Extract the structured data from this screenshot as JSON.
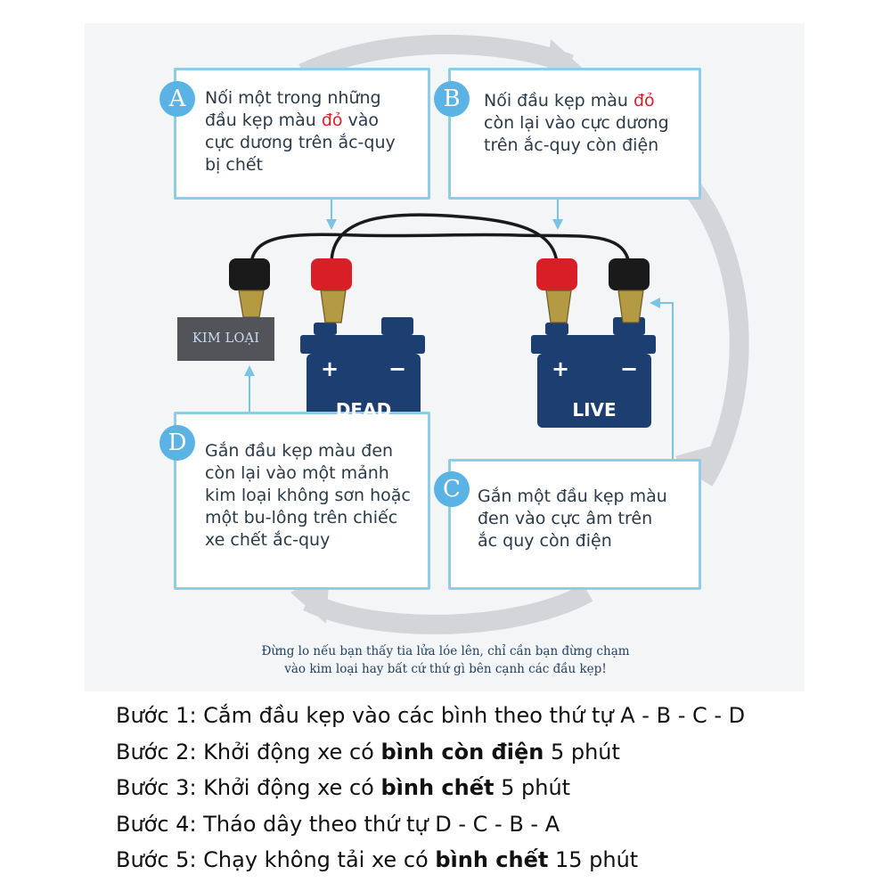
{
  "steps": [
    {
      "id": "A",
      "lines": [
        [
          "Nối một trong những"
        ],
        [
          "đầu kẹp màu ",
          {
            "red": "đỏ"
          },
          " vào"
        ],
        [
          "cực dương trên ắc-quy"
        ],
        [
          "bị chết"
        ]
      ]
    },
    {
      "id": "B",
      "lines": [
        [
          "Nối đầu kẹp màu ",
          {
            "red": "đỏ"
          }
        ],
        [
          "còn lại vào cực dương"
        ],
        [
          "trên ắc-quy còn điện"
        ]
      ]
    },
    {
      "id": "C",
      "lines": [
        [
          "Gắn một đầu kẹp màu"
        ],
        [
          "đen vào cực âm trên"
        ],
        [
          "ắc quy còn điện"
        ]
      ]
    },
    {
      "id": "D",
      "lines": [
        [
          "Gắn đầu kẹp màu đen"
        ],
        [
          "còn lại vào một mảnh"
        ],
        [
          "kim loại không sơn hoặc"
        ],
        [
          "một bu-lông trên chiếc"
        ],
        [
          "xe chết ắc-quy"
        ]
      ]
    }
  ],
  "metal_label": "KIM LOẠI",
  "batteries": {
    "dead": {
      "label": "DEAD",
      "plus": "+",
      "minus": "−"
    },
    "live": {
      "label": "LIVE",
      "plus": "+",
      "minus": "−"
    }
  },
  "warning": [
    "Đừng lo nếu bạn thấy tia lửa lóe lên, chỉ cần bạn đừng chạm",
    "vào kim loại hay bất cứ thứ gì bên cạnh các đầu kẹp!"
  ],
  "instructions": [
    [
      {
        "t": "Bước 1: Cắm đầu kẹp vào các bình theo thứ tự A - B - C - D"
      }
    ],
    [
      {
        "t": "Bước 2: Khởi động xe có "
      },
      {
        "t": "bình còn điện",
        "b": true
      },
      {
        "t": " 5 phút"
      }
    ],
    [
      {
        "t": "Bước 3: Khởi động xe có "
      },
      {
        "t": "bình chết",
        "b": true
      },
      {
        "t": " 5 phút"
      }
    ],
    [
      {
        "t": "Bước 4: Tháo dây theo thứ tự D - C - B - A"
      }
    ],
    [
      {
        "t": "Bước 5: Chạy không tải xe có "
      },
      {
        "t": "bình chết",
        "b": true
      },
      {
        "t": " 15 phút"
      }
    ]
  ],
  "colors": {
    "box_border": "#8ecde8",
    "badge": "#5ab3e4",
    "battery": "#1d3e71",
    "clamp_red": "#d81f26",
    "clamp_black": "#1a1a1a",
    "cycle_arrow": "#d3d5d9",
    "metal_plate": "#53545a"
  }
}
